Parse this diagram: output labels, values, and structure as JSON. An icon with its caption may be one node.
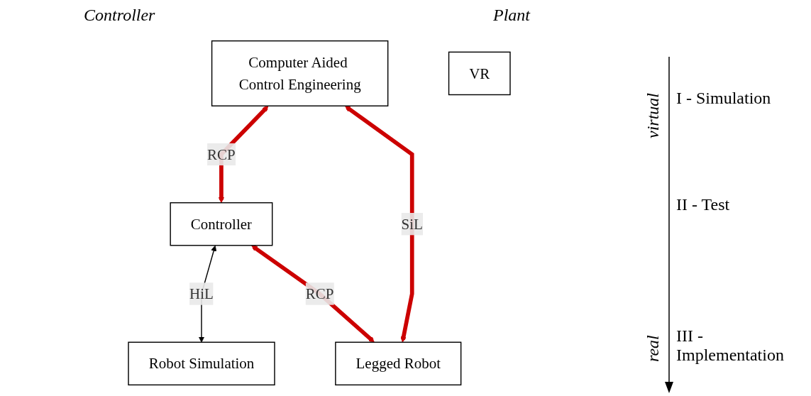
{
  "diagram": {
    "nodes": [
      {
        "text": [
          "Computer Aided Control Engineering"
        ]
      },
      {
        "text": [
          "Robot Simulation"
        ]
      },
      {
        "text": [
          "VR"
        ]
      },
      {
        "text": [
          "Controller"
        ]
      },
      {
        "text": [
          "Legged Robot"
        ]
      }
    ],
    "edges": [
      {
        "from": 0,
        "to": 3,
        "arrow": "both",
        "label": "RCP"
      },
      {
        "from": 3,
        "to": 1,
        "arrow": "both",
        "label": "HiL",
        "color": "#000000"
      },
      {
        "from": 0,
        "to": 4,
        "arrow": "both",
        "label": "SiL"
      },
      {
        "from": 3,
        "to": 4,
        "arrow": "both",
        "label": "RCP"
      }
    ],
    "labels": [
      "Controller",
      "Plant",
      "virtual",
      "I - Simulation",
      "II - Test",
      "real",
      "III - Implementation"
    ]
  }
}
